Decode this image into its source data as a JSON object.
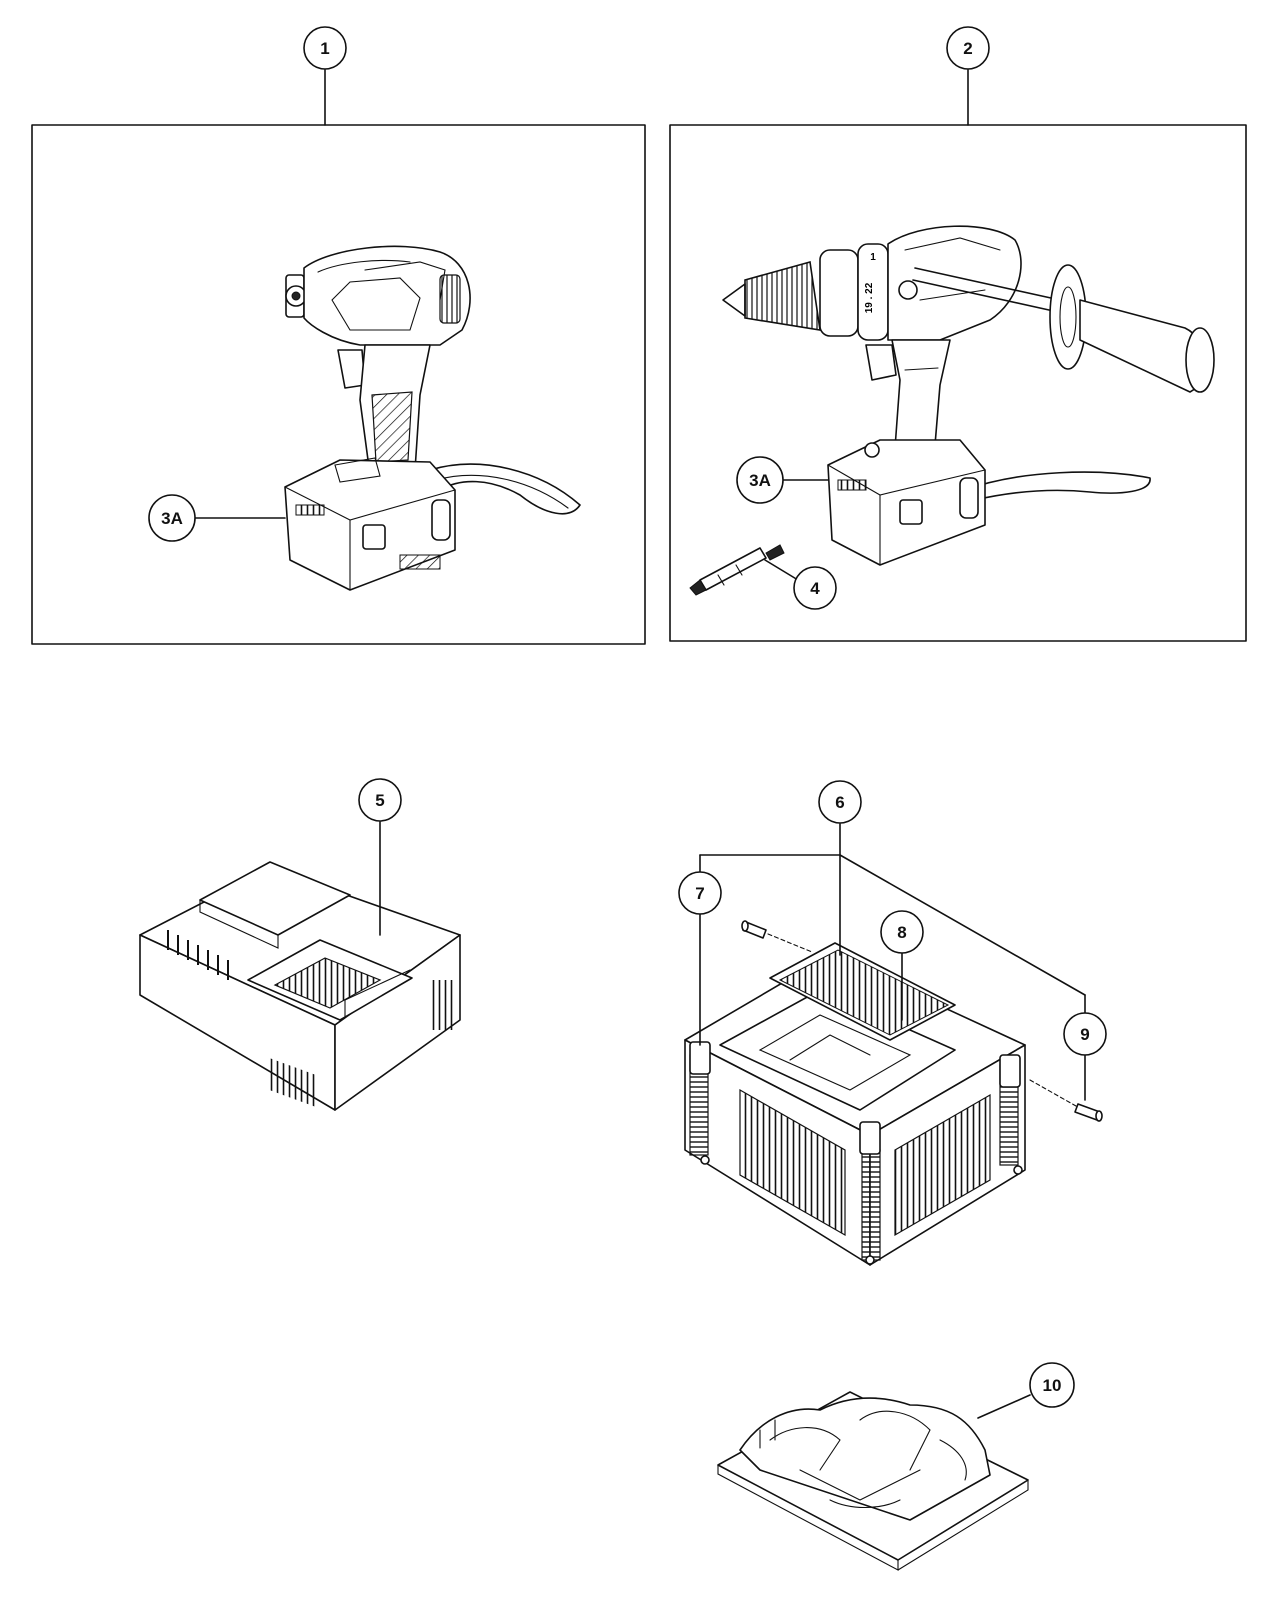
{
  "callouts": {
    "c1": "1",
    "c2": "2",
    "c3a_left": "3A",
    "c3a_right": "3A",
    "c4": "4",
    "c5": "5",
    "c6": "6",
    "c7": "7",
    "c8": "8",
    "c9": "9",
    "c10": "10"
  },
  "dial_text": {
    "speed": "1",
    "clutch": "19 . 22"
  }
}
